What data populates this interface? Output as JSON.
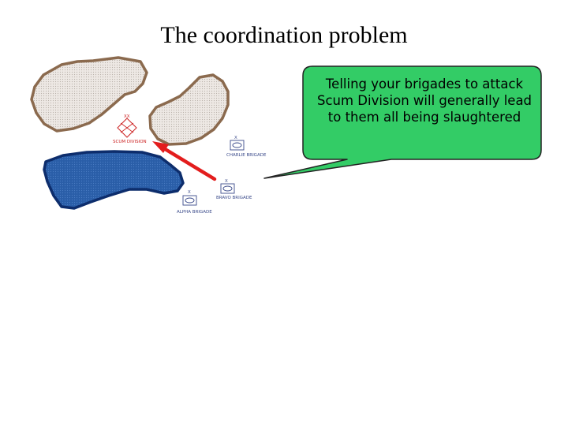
{
  "title": "The coordination problem",
  "callout": {
    "text": "Telling your brigades to attack Scum Division will generally lead to them all being slaughtered"
  },
  "units": {
    "enemy": {
      "label": "SCUM DIVISION",
      "echelon": "XX",
      "color": "#cc2222"
    },
    "charlie": {
      "label": "CHARLIE BRIGADE",
      "echelon": "X",
      "color": "#3a4a8a"
    },
    "bravo": {
      "label": "BRAVO BRIGADE",
      "echelon": "X",
      "color": "#3a4a8a"
    },
    "alpha": {
      "label": "ALPHA BRIGADE",
      "echelon": "X",
      "color": "#3a4a8a"
    }
  },
  "colors": {
    "terrain_fill": "#e6e0dc",
    "terrain_border": "#8b6a4e",
    "lake_fill": "#2a5ea8",
    "lake_border": "#0d2d6c",
    "arrow": "#e31d1d",
    "callout_fill": "#33cc66",
    "callout_border": "#222222"
  }
}
